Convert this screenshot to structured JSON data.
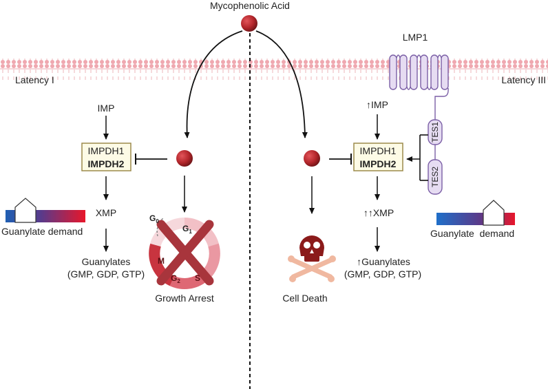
{
  "drug": {
    "label": "Mycophenolic Acid"
  },
  "membrane": {
    "left_label": "Latency I",
    "right_label": "Latency III"
  },
  "lmp1": {
    "label": "LMP1",
    "domains": [
      "TES1",
      "TES2"
    ]
  },
  "left": {
    "substrate": "IMP",
    "enzyme_1": "IMPDH1",
    "enzyme_2": "IMPDH2",
    "product": "XMP",
    "guanylates": "Guanylates",
    "guanylate_list": "(GMP, GDP, GTP)",
    "demand_label": "Guanylate demand",
    "outcome": "Growth Arrest",
    "cell_cycle": {
      "g0": "G",
      "g0_sub": "0",
      "g1": "G",
      "g1_sub": "1",
      "s": "S",
      "g2": "G",
      "g2_sub": "2",
      "m": "M"
    }
  },
  "right": {
    "substrate": "↑IMP",
    "enzyme_1": "IMPDH1",
    "enzyme_2": "IMPDH2",
    "product": "↑↑XMP",
    "guanylates": "↑Guanylates",
    "guanylate_list": "(GMP, GDP, GTP)",
    "demand_label": "Guanylate  demand",
    "outcome": "Cell Death"
  },
  "colors": {
    "membrane": "#e8a0a8",
    "drug": "#b3262b",
    "enzyme_fill": "#fdfbe6",
    "enzyme_border": "#9c8a4a",
    "lmp1_fill": "#e6dcf2",
    "lmp1_stroke": "#7b5fa6",
    "skull": "#8b1a1a",
    "bones": "#f0b8a0"
  }
}
